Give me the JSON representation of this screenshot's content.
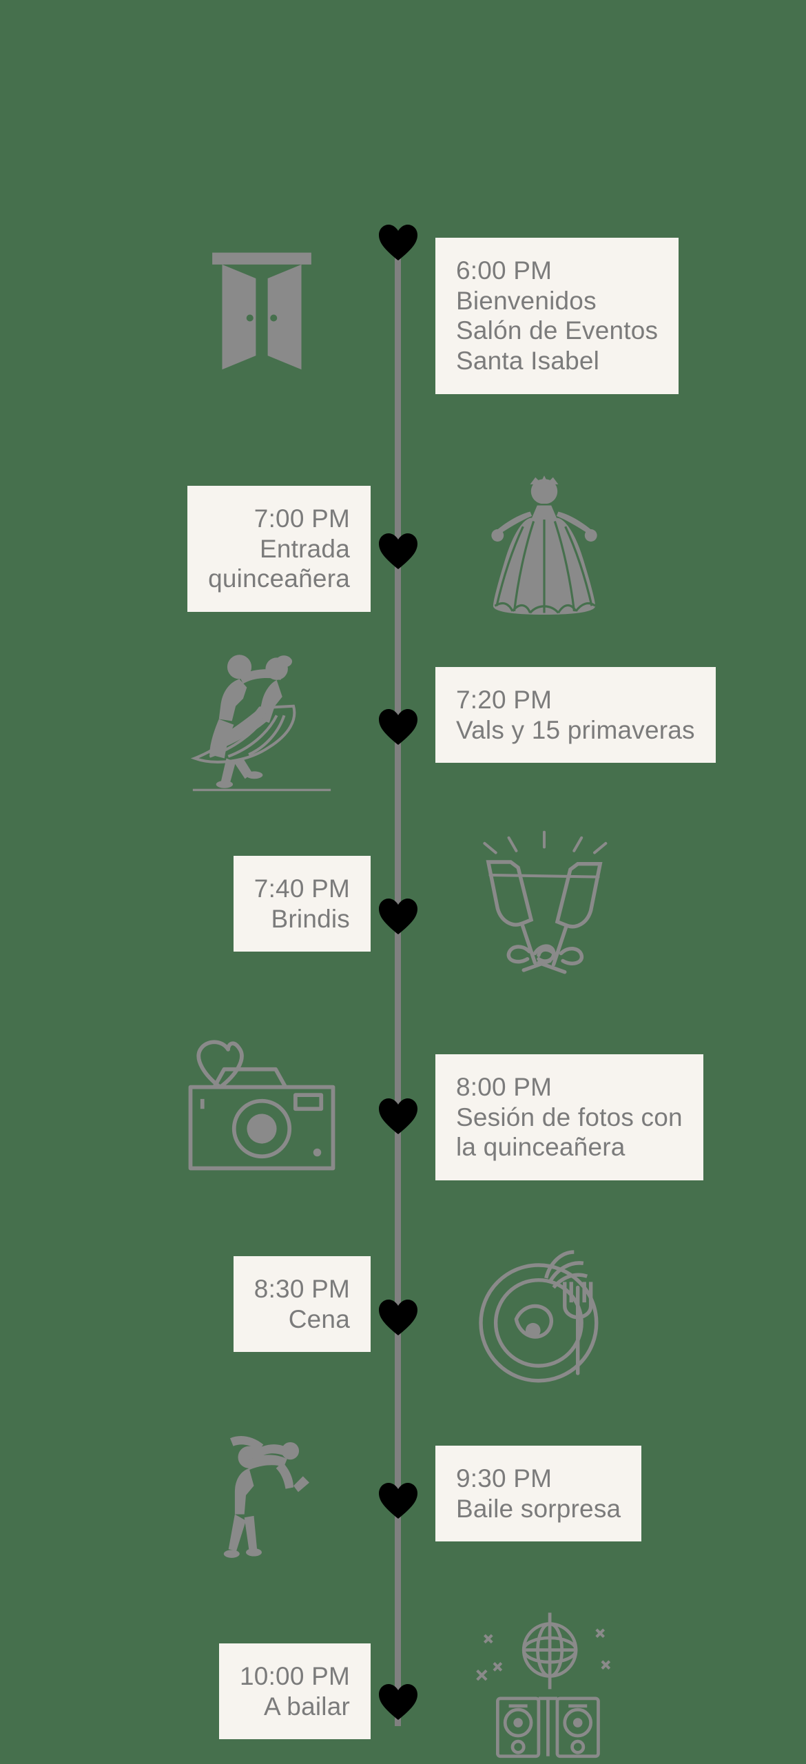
{
  "theme": {
    "background": "#46704d",
    "card_background": "#f7f4ef",
    "text_color": "#7b7b7b",
    "line_color": "#808080",
    "icon_color": "#8a8a8a"
  },
  "timeline": {
    "marker_shape": "heart",
    "events": [
      {
        "time": "6:00 PM",
        "description": "Bienvenidos\nSalón de Eventos\nSanta Isabel",
        "text": "6:00 PM\nBienvenidos\nSalón de Eventos\nSanta Isabel",
        "card_side": "right",
        "icon_side": "left",
        "icon": "open-doors-icon"
      },
      {
        "time": "7:00 PM",
        "description": "Entrada\nquinceañera",
        "text": "7:00 PM\nEntrada\nquinceañera",
        "card_side": "left",
        "icon_side": "right",
        "icon": "quinceanera-dress-icon"
      },
      {
        "time": "7:20 PM",
        "description": "Vals y 15 primaveras",
        "text": "7:20 PM\nVals y 15 primaveras",
        "card_side": "right",
        "icon_side": "left",
        "icon": "waltz-dancers-icon"
      },
      {
        "time": "7:40 PM",
        "description": "Brindis",
        "text": "7:40 PM\nBrindis",
        "card_side": "left",
        "icon_side": "right",
        "icon": "toast-glasses-icon"
      },
      {
        "time": "8:00 PM",
        "description": "Sesión de fotos con\nla quinceañera",
        "text": "8:00 PM\nSesión de fotos con\nla quinceañera",
        "card_side": "right",
        "icon_side": "left",
        "icon": "camera-icon"
      },
      {
        "time": "8:30 PM",
        "description": "Cena",
        "text": "8:30 PM\nCena",
        "card_side": "left",
        "icon_side": "right",
        "icon": "dinner-plate-icon"
      },
      {
        "time": "9:30 PM",
        "description": "Baile sorpresa",
        "text": "9:30 PM\nBaile sorpresa",
        "card_side": "right",
        "icon_side": "left",
        "icon": "surprise-dance-icon"
      },
      {
        "time": "10:00 PM",
        "description": "A bailar",
        "text": "10:00 PM\nA bailar",
        "card_side": "left",
        "icon_side": "right",
        "icon": "disco-party-icon"
      }
    ]
  }
}
